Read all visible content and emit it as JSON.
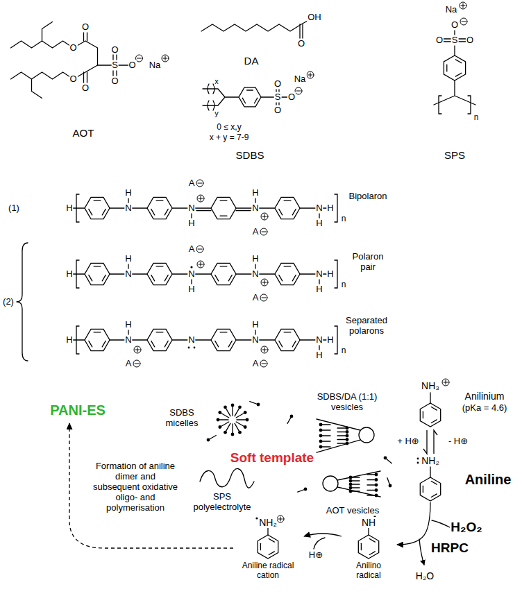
{
  "diagram": {
    "nodes": [
      {
        "text": [
          "NH₃",
          "Anilinium",
          "(pKa = 4.6)"
        ]
      },
      {
        "text": [
          "NH₂",
          "Aniline"
        ]
      },
      {
        "text": [
          "NH",
          "Anilino radical"
        ]
      },
      {
        "text": [
          "NH₂",
          "Aniline radical cation"
        ]
      },
      {
        "text": [
          "PANI-ES"
        ]
      }
    ],
    "edges": [
      {
        "from": 0,
        "to": 1,
        "arrow": "both"
      },
      {
        "from": 1,
        "to": 2,
        "arrow": "to"
      },
      {
        "from": 2,
        "to": 3,
        "arrow": "to"
      },
      {
        "from": 3,
        "to": 4,
        "arrow": "to",
        "label": "Formation of aniline dimer and subsequent oxidative oligo- and polymerisation"
      }
    ],
    "labels": [
      "O",
      "O",
      "O",
      "O",
      "S",
      "O",
      "O",
      "O",
      "Na",
      "AOT",
      "OH",
      "O",
      "DA",
      "Na",
      "S",
      "O",
      "O",
      "O",
      "x",
      "y",
      "0 ≤ x,y",
      "x + y = 7-9",
      "SDBS",
      "Na",
      "O",
      "S",
      "O",
      "O",
      "n",
      "SPS",
      "(1)",
      "Bipolaron",
      "H",
      "H",
      "N",
      "A",
      "N",
      "H",
      "H",
      "N",
      "A",
      "N",
      "H",
      "H",
      "n",
      "(2)",
      "Polaron pair",
      "H",
      "H",
      "N",
      "A",
      "N",
      "H",
      "H",
      "N",
      "A",
      "N",
      "H",
      "H",
      "n",
      "Separated polarons",
      "H",
      "H",
      "N",
      "A",
      "N",
      "H",
      "N",
      "A",
      "N",
      "H",
      "H",
      "n",
      "SDBS micelles",
      "Soft template",
      "SDBS/DA (1:1) vesicles",
      "AOT vesicles",
      "SPS polyelectrolyte",
      "+ H⊕",
      "- H⊕",
      "H₂O₂",
      "HRPC",
      "H₂O",
      "H⊕"
    ]
  }
}
